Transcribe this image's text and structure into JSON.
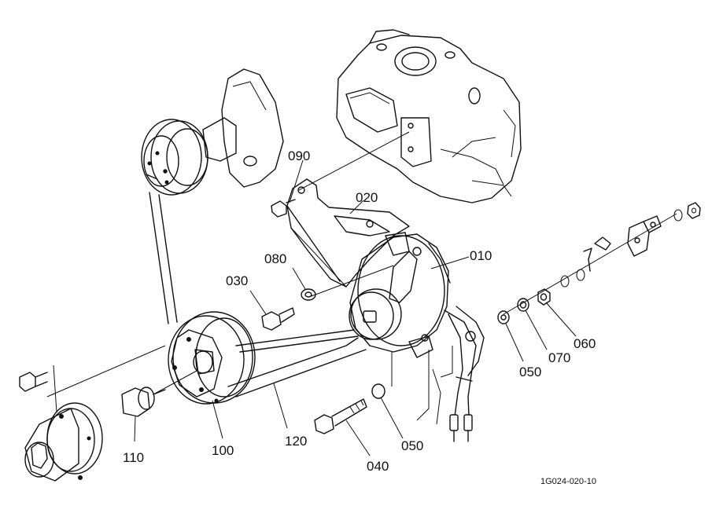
{
  "labels": {
    "p010": "010",
    "p020": "020",
    "p030": "030",
    "p040": "040",
    "p050a": "050",
    "p050b": "050",
    "p060": "060",
    "p070": "070",
    "p080": "080",
    "p090": "090",
    "p100": "100",
    "p110": "110",
    "p120": "120"
  },
  "reference_code": "1G024-020-10"
}
